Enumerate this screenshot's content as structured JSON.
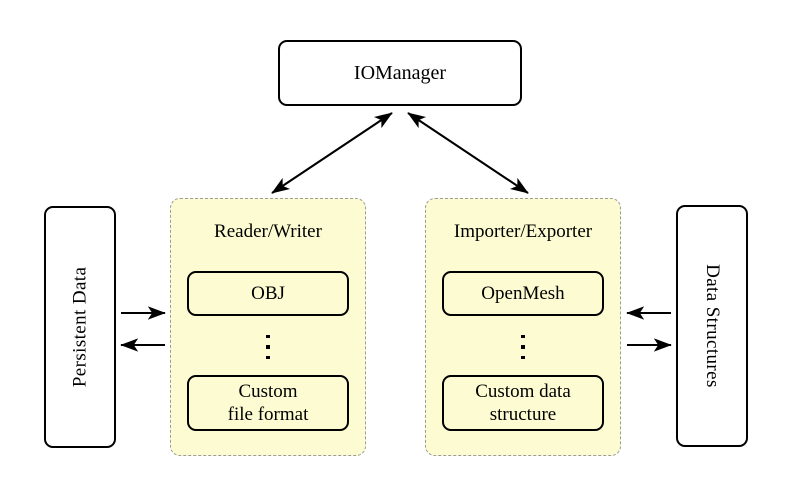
{
  "diagram": {
    "title_node": {
      "label": "IOManager"
    },
    "left_source": {
      "label": "Persistent Data"
    },
    "right_source": {
      "label": "Data Structures"
    },
    "panels": [
      {
        "title": "Reader/Writer",
        "items": [
          {
            "label": "OBJ"
          },
          {
            "label": "Custom\nfile format"
          }
        ],
        "ellipsis": "⋮"
      },
      {
        "title": "Importer/Exporter",
        "items": [
          {
            "label": "OpenMesh"
          },
          {
            "label": "Custom data\nstructure"
          }
        ],
        "ellipsis": "⋮"
      }
    ],
    "connections": [
      {
        "name": "iomanager-to-reader-writer",
        "from": "IOManager",
        "to": "Reader/Writer",
        "style": "double-headed"
      },
      {
        "name": "iomanager-to-importer-exporter",
        "from": "IOManager",
        "to": "Importer/Exporter",
        "style": "double-headed"
      },
      {
        "name": "persistent-data-to-reader-writer",
        "from": "Persistent Data",
        "to": "Reader/Writer",
        "style": "single-headed"
      },
      {
        "name": "reader-writer-to-persistent-data",
        "from": "Reader/Writer",
        "to": "Persistent Data",
        "style": "single-headed"
      },
      {
        "name": "data-structures-to-importer-exporter",
        "from": "Data Structures",
        "to": "Importer/Exporter",
        "style": "single-headed"
      },
      {
        "name": "importer-exporter-to-data-structures",
        "from": "Importer/Exporter",
        "to": "Data Structures",
        "style": "single-headed"
      }
    ],
    "colors": {
      "panel_fill": "#fcfbd1",
      "panel_border": "#9b9b9b",
      "node_border": "#000000",
      "node_fill": "#ffffff",
      "background": "#ffffff",
      "arrow": "#000000"
    }
  }
}
